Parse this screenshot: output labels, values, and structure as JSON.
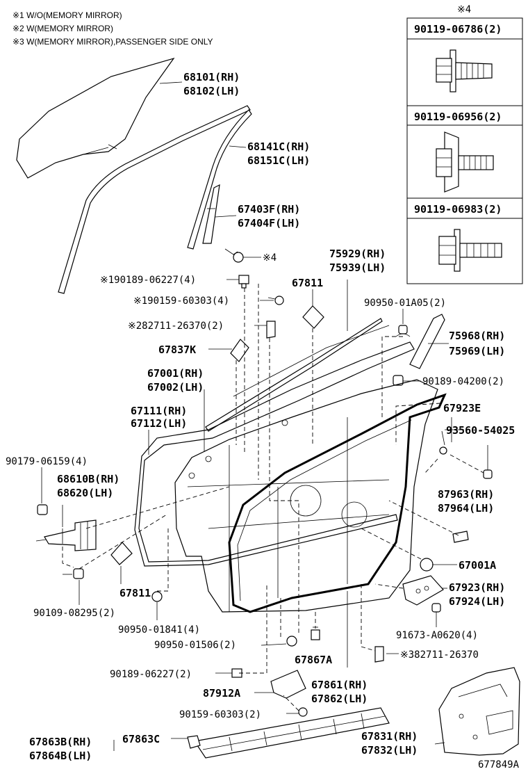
{
  "notes": [
    "※1 W/O(MEMORY MIRROR)",
    "※2 W(MEMORY MIRROR)",
    "※3 W(MEMORY MIRROR),PASSENGER SIDE ONLY"
  ],
  "bolt_table": {
    "header": "※4",
    "rows": [
      "90119-06786(2)",
      "90119-06956(2)",
      "90119-06983(2)"
    ]
  },
  "labels": {
    "glass": [
      "68101(RH)",
      "68102(LH)"
    ],
    "run": [
      "68141C(RH)",
      "68151C(LH)"
    ],
    "channel": [
      "67403F(RH)",
      "67404F(LH)"
    ],
    "bolt_ref": "※4",
    "weatherstrip": [
      "75929(RH)",
      "75939(LH)"
    ],
    "clip1": "※190189-06227(4)",
    "screw1": "※190159-60303(4)",
    "bracket2": "※282711-26370(2)",
    "seal_a": "67811",
    "clip2": "90950-01A05(2)",
    "cover": [
      "75968(RH)",
      "75969(LH)"
    ],
    "clip3": "90189-04200(2)",
    "patch": "67837K",
    "panel": [
      "67001(RH)",
      "67002(LH)"
    ],
    "frame": [
      "67111(RH)",
      "67112(LH)"
    ],
    "code_e": "67923E",
    "plug": "93560-54025",
    "bolt2": "90179-06159(4)",
    "check": [
      "68610B(RH)",
      "68620(LH)"
    ],
    "seal_b": [
      "87963(RH)",
      "87964(LH)"
    ],
    "part_a": "67001A",
    "seal_c": "67811",
    "bracket": [
      "67923(RH)",
      "67924(LH)"
    ],
    "bolt3": "90109-08295(2)",
    "clip4": "90950-01841(4)",
    "clip5": "90950-01506(2)",
    "screw2": "91673-A0620(4)",
    "code_a": "67867A",
    "bracket3": "※382711-26370",
    "clip6": "90189-06227(2)",
    "part_87912": "87912A",
    "strip": [
      "67861(RH)",
      "67862(LH)"
    ],
    "screw3": "90159-60303(2)",
    "cover_c": "67863C",
    "molding": [
      "67863B(RH)",
      "67864B(LH)"
    ],
    "sheet": [
      "67831(RH)",
      "67832(LH)"
    ],
    "diagram_id": "677849A"
  }
}
